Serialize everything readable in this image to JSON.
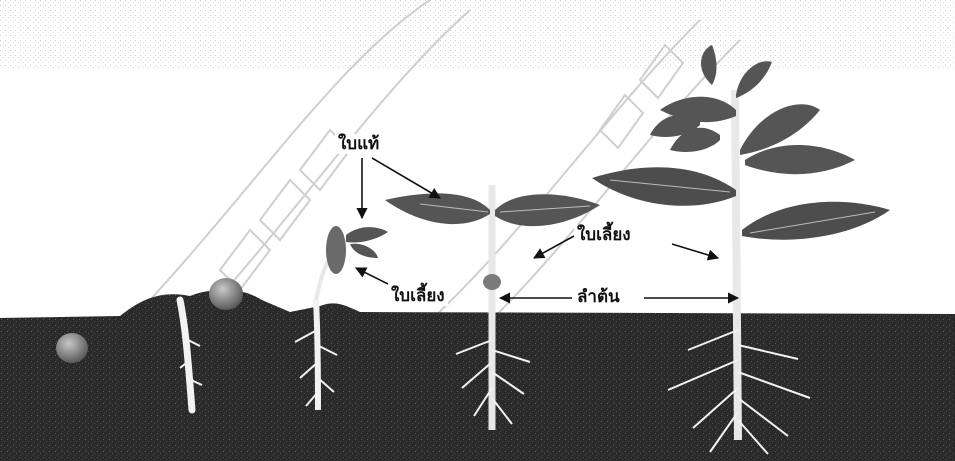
{
  "labels": {
    "true_leaf": "ใบแท้",
    "cotyledon_left": "ใบเลี้ยง",
    "cotyledon_right": "ใบเลี้ยง",
    "stem": "ลำต้น"
  },
  "colors": {
    "soil": "#2a2a2a",
    "leaf": "#555555",
    "leaf_vein": "#bbbbbb",
    "stem": "#e8e8e8",
    "root": "#f2f2f2",
    "seed": "#9a9a9a",
    "watermark": "#cfcfcf",
    "ink": "#111111"
  }
}
